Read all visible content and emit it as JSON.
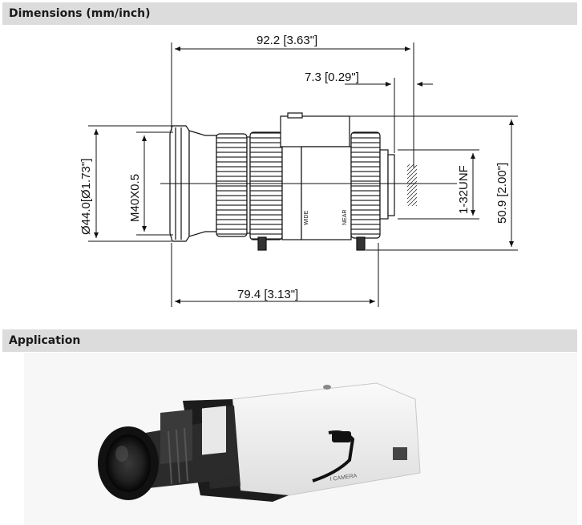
{
  "sections": {
    "dimensions_title": "Dimensions (mm/inch)",
    "application_title": "Application"
  },
  "dimensions": {
    "overall_length": "92.2 [3.63\"]",
    "back_focus": "7.3 [0.29\"]",
    "body_length": "79.4 [3.13\"]",
    "front_diameter": "Ø44.0[Ø1.73\"]",
    "front_thread": "M40X0.5",
    "mount_thread": "1-32UNF",
    "height": "50.9 [2.00\"]"
  },
  "lens_markings": {
    "wide": "WIDE",
    "near": "NEAR"
  },
  "camera": {
    "brand_text": "I CAMERA"
  },
  "colors": {
    "header_bg": "#dcdcdc",
    "line": "#111111",
    "camera_body": "#f2f2f2",
    "camera_front": "#1c1c1c"
  }
}
